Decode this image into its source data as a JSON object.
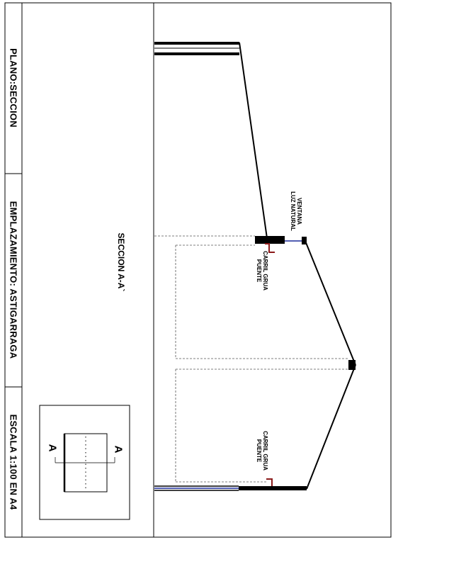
{
  "title_block": {
    "plano": "PLANO:SECCION",
    "emplazamiento": "EMPLAZAMIENTO: ASTIGARRAGA",
    "escala": "ESCALA 1:100 EN A4"
  },
  "section_title": "SECCION A-A`",
  "labels": {
    "ventana_line1": "VENTANA",
    "ventana_line2": "LUZ NATURAL",
    "carril_top_line1": "CARRIL GRUA",
    "carril_top_line2": "PUENTE",
    "carril_bottom_line1": "CARRIL GRUA",
    "carril_bottom_line2": "PUENTE"
  },
  "key_plan": {
    "marker_top": "A",
    "marker_bottom": "A"
  },
  "colors": {
    "line": "#000000",
    "window_blue": "#1a2a9a",
    "rail_red": "#8b1a1a",
    "hidden_line": "#555555"
  }
}
